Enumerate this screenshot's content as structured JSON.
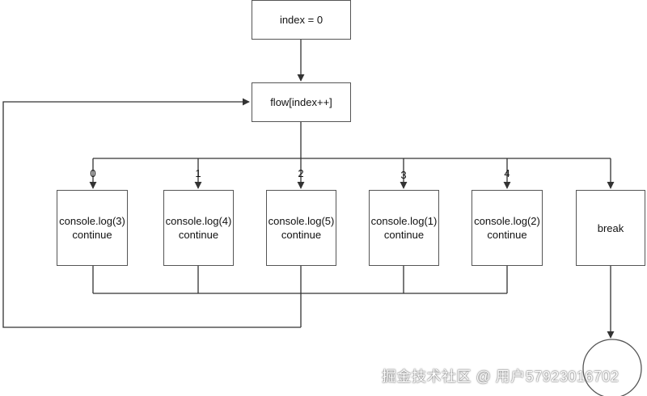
{
  "start": {
    "text": "index = 0"
  },
  "dispatch": {
    "text": "flow[index++]"
  },
  "cases": [
    {
      "label": "0",
      "line1": "console.log(3)",
      "line2": "continue"
    },
    {
      "label": "1",
      "line1": "console.log(4)",
      "line2": "continue"
    },
    {
      "label": "2",
      "line1": "console.log(5)",
      "line2": "continue"
    },
    {
      "label": "3",
      "line1": "console.log(1)",
      "line2": "continue"
    },
    {
      "label": "4",
      "line1": "console.log(2)",
      "line2": "continue"
    }
  ],
  "break_box": {
    "text": "break"
  },
  "watermark": "掘金技术社区 @ 用户57923016702",
  "colors": {
    "line": "#333333",
    "border": "#555555"
  }
}
